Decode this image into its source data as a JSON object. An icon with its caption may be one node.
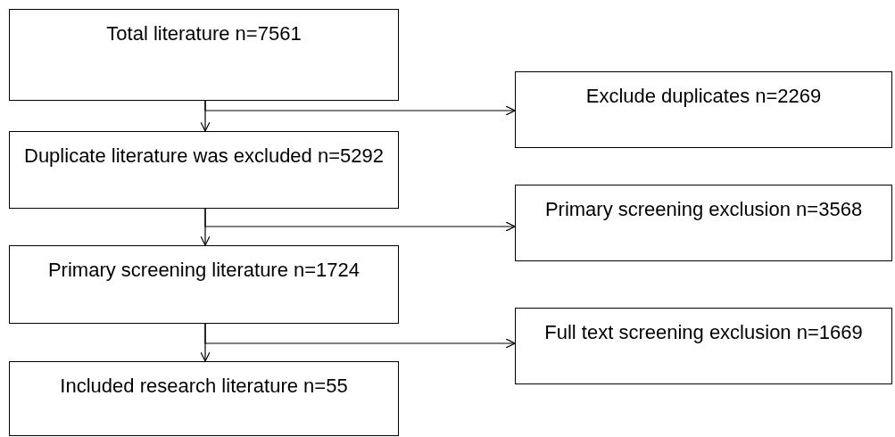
{
  "diagram": {
    "nodes": [
      {
        "text": [
          "Total literature n=7561"
        ]
      },
      {
        "text": [
          "Duplicate literature was excluded n=5292"
        ]
      },
      {
        "text": [
          "Primary screening literature n=1724"
        ]
      },
      {
        "text": [
          "Included research literature n=55"
        ]
      },
      {
        "text": [
          "Exclude duplicates n=2269"
        ]
      },
      {
        "text": [
          "Primary screening exclusion n=3568"
        ]
      },
      {
        "text": [
          "Full text screening exclusion n=1669"
        ]
      }
    ],
    "edges": [
      {
        "from": 0,
        "to": 1,
        "arrow": "to"
      },
      {
        "from": 0,
        "to": 4,
        "arrow": "to"
      },
      {
        "from": 1,
        "to": 2,
        "arrow": "to"
      },
      {
        "from": 1,
        "to": 5,
        "arrow": "to"
      },
      {
        "from": 2,
        "to": 3,
        "arrow": "to"
      },
      {
        "from": 2,
        "to": 6,
        "arrow": "to"
      }
    ]
  }
}
